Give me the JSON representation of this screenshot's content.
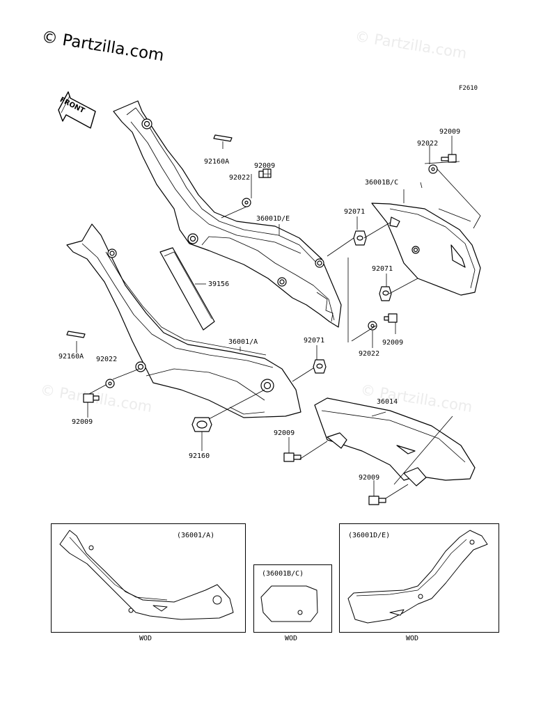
{
  "watermark": {
    "main": "© Partzilla.com",
    "faint": "© Partzilla.com"
  },
  "figure_code": "F2610",
  "front_label": "FRONT",
  "callouts": {
    "c92160a_top": "92160A",
    "c92009_top_center": "92009",
    "c92022_top_center": "92022",
    "c36001de": "36001D/E",
    "c39156": "39156",
    "c92009_top_right": "92009",
    "c92022_top_right": "92022",
    "c36001bc": "36001B/C",
    "c92071_upper": "92071",
    "c92071_right": "92071",
    "c92009_mid_right": "92009",
    "c92022_mid_right": "92022",
    "c92160a_left": "92160A",
    "c92022_left": "92022",
    "c36001a": "36001/A",
    "c92071_center": "92071",
    "c92009_left": "92009",
    "c92160": "92160",
    "c36014": "36014",
    "c92009_bottom_center": "92009",
    "c92009_bottom_right": "92009"
  },
  "insets": [
    {
      "part": "(36001/A)",
      "variant": "WOD"
    },
    {
      "part": "(36001B/C)",
      "variant": "WOD"
    },
    {
      "part": "(36001D/E)",
      "variant": "WOD"
    }
  ]
}
